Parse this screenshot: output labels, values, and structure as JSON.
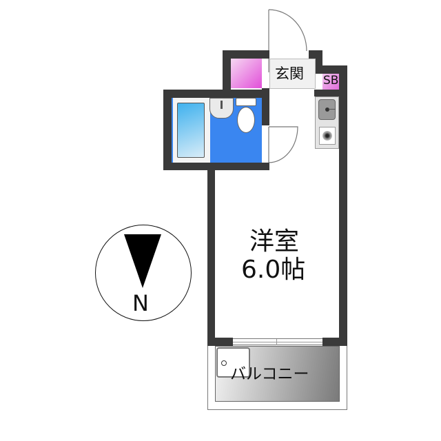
{
  "floorplan": {
    "rooms": {
      "entrance": {
        "label": "玄関"
      },
      "shoe_box": {
        "label": "SB"
      },
      "western_room": {
        "label": "洋室",
        "size": "6.0帖"
      },
      "balcony": {
        "label": "バルコニー"
      }
    },
    "compass": {
      "label": "N"
    },
    "colors": {
      "wall": "#3a3a3a",
      "bathroom_floor": "#3a86f0",
      "closet": "#e040d8",
      "balcony": "#9a9a9a"
    }
  }
}
